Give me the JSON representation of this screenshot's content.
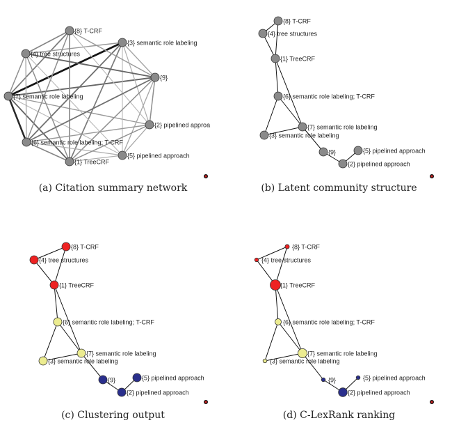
{
  "panels": [
    {
      "key": "a",
      "caption": "(a) Citation summary network",
      "nodes": [
        {
          "id": "8",
          "label": "{8} T-CRF"
        },
        {
          "id": "3",
          "label": "{3} semantic role labeling"
        },
        {
          "id": "4",
          "label": "{4} tree structures"
        },
        {
          "id": "9",
          "label": "{9}"
        },
        {
          "id": "7",
          "label": "{7} semantic role labeling"
        },
        {
          "id": "2",
          "label": "{2} pipelined approa"
        },
        {
          "id": "6",
          "label": "{6} semantic role labeling; T-CRF"
        },
        {
          "id": "5",
          "label": "{5} pipelined approach"
        },
        {
          "id": "1",
          "label": "{1} TreeCRF"
        }
      ],
      "node_fill": "#8a8a8a",
      "edges": [
        [
          "7",
          "3",
          1.0
        ],
        [
          "7",
          "6",
          0.9
        ],
        [
          "7",
          "9",
          0.6
        ],
        [
          "7",
          "1",
          0.6
        ],
        [
          "7",
          "8",
          0.5
        ],
        [
          "7",
          "4",
          0.4
        ],
        [
          "7",
          "2",
          0.35
        ],
        [
          "7",
          "5",
          0.2
        ],
        [
          "3",
          "6",
          0.55
        ],
        [
          "3",
          "1",
          0.5
        ],
        [
          "3",
          "4",
          0.35
        ],
        [
          "3",
          "9",
          0.3
        ],
        [
          "3",
          "2",
          0.25
        ],
        [
          "3",
          "5",
          0.2
        ],
        [
          "8",
          "4",
          0.45
        ],
        [
          "8",
          "1",
          0.45
        ],
        [
          "8",
          "6",
          0.4
        ],
        [
          "8",
          "9",
          0.35
        ],
        [
          "8",
          "2",
          0.2
        ],
        [
          "4",
          "9",
          0.6
        ],
        [
          "4",
          "1",
          0.4
        ],
        [
          "4",
          "6",
          0.3
        ],
        [
          "4",
          "5",
          0.2
        ],
        [
          "9",
          "6",
          0.55
        ],
        [
          "9",
          "1",
          0.4
        ],
        [
          "9",
          "2",
          0.4
        ],
        [
          "9",
          "5",
          0.3
        ],
        [
          "6",
          "1",
          0.45
        ],
        [
          "6",
          "2",
          0.35
        ],
        [
          "6",
          "5",
          0.25
        ],
        [
          "1",
          "2",
          0.4
        ],
        [
          "1",
          "5",
          0.25
        ],
        [
          "2",
          "5",
          0.3
        ]
      ]
    },
    {
      "key": "b",
      "caption": "(b) Latent community structure",
      "nodes": [
        {
          "id": "8",
          "label": "{8} T-CRF"
        },
        {
          "id": "4",
          "label": "{4} tree structures"
        },
        {
          "id": "1",
          "label": "{1} TreeCRF"
        },
        {
          "id": "6",
          "label": "{6} semantic role labeling; T-CRF"
        },
        {
          "id": "7",
          "label": "{7} semantic role labeling"
        },
        {
          "id": "3",
          "label": "{3} semantic role labeling"
        },
        {
          "id": "9",
          "label": "{9}"
        },
        {
          "id": "5",
          "label": "{5} pipelined approach"
        },
        {
          "id": "2",
          "label": "{2} pipelined approach"
        }
      ],
      "node_fill": "#8a8a8a",
      "edges": [
        [
          "8",
          "4",
          1
        ],
        [
          "8",
          "1",
          1
        ],
        [
          "4",
          "1",
          1
        ],
        [
          "1",
          "6",
          1
        ],
        [
          "1",
          "7",
          1
        ],
        [
          "6",
          "7",
          1
        ],
        [
          "6",
          "3",
          1
        ],
        [
          "3",
          "7",
          1
        ],
        [
          "7",
          "9",
          1
        ],
        [
          "9",
          "2",
          1
        ],
        [
          "2",
          "5",
          1
        ]
      ]
    },
    {
      "key": "c",
      "caption": "(c) Clustering output",
      "nodes": [
        {
          "id": "8",
          "label": "{8} T-CRF",
          "fill": "#ee2222"
        },
        {
          "id": "4",
          "label": "{4} tree structures",
          "fill": "#ee2222"
        },
        {
          "id": "1",
          "label": "{1} TreeCRF",
          "fill": "#ee2222"
        },
        {
          "id": "6",
          "label": "{6} semantic role labeling; T-CRF",
          "fill": "#ecec90"
        },
        {
          "id": "7",
          "label": "{7} semantic role labeling",
          "fill": "#ecec90"
        },
        {
          "id": "3",
          "label": "{3} semantic role labeling",
          "fill": "#ecec90"
        },
        {
          "id": "9",
          "label": "{9}",
          "fill": "#2a2f8c"
        },
        {
          "id": "5",
          "label": "{5} pipelined approach",
          "fill": "#2a2f8c"
        },
        {
          "id": "2",
          "label": "{2} pipelined approach",
          "fill": "#2a2f8c"
        }
      ],
      "edges": [
        [
          "8",
          "4",
          1
        ],
        [
          "8",
          "1",
          1
        ],
        [
          "4",
          "1",
          1
        ],
        [
          "1",
          "6",
          1
        ],
        [
          "1",
          "7",
          1
        ],
        [
          "6",
          "7",
          1
        ],
        [
          "6",
          "3",
          1
        ],
        [
          "3",
          "7",
          1
        ],
        [
          "7",
          "9",
          1
        ],
        [
          "9",
          "2",
          1
        ],
        [
          "2",
          "5",
          1
        ]
      ]
    },
    {
      "key": "d",
      "caption": "(d) C-LexRank ranking",
      "nodes": [
        {
          "id": "8",
          "label": "{8} T-CRF",
          "fill": "#ee2222",
          "size": 0.25
        },
        {
          "id": "4",
          "label": "{4} tree structures",
          "fill": "#ee2222",
          "size": 0.2
        },
        {
          "id": "1",
          "label": "{1} TreeCRF",
          "fill": "#ee2222",
          "size": 1.0
        },
        {
          "id": "6",
          "label": "{6} semantic role labeling; T-CRF",
          "fill": "#ecec90",
          "size": 0.5
        },
        {
          "id": "7",
          "label": "{7} semantic role labeling",
          "fill": "#ecec90",
          "size": 0.85
        },
        {
          "id": "3",
          "label": "{3} semantic role labeling",
          "fill": "#ecec90",
          "size": 0.2
        },
        {
          "id": "9",
          "label": "{9}",
          "fill": "#2a2f8c",
          "size": 0.2
        },
        {
          "id": "5",
          "label": "{5} pipelined approach",
          "fill": "#2a2f8c",
          "size": 0.2
        },
        {
          "id": "2",
          "label": "{2} pipelined approach",
          "fill": "#2a2f8c",
          "size": 0.8
        }
      ],
      "edges": [
        [
          "8",
          "4",
          1
        ],
        [
          "8",
          "1",
          1
        ],
        [
          "4",
          "1",
          1
        ],
        [
          "1",
          "6",
          1
        ],
        [
          "1",
          "7",
          1
        ],
        [
          "6",
          "7",
          1
        ],
        [
          "6",
          "3",
          1
        ],
        [
          "3",
          "7",
          1
        ],
        [
          "7",
          "9",
          1
        ],
        [
          "9",
          "2",
          1
        ],
        [
          "2",
          "5",
          1
        ]
      ]
    }
  ]
}
